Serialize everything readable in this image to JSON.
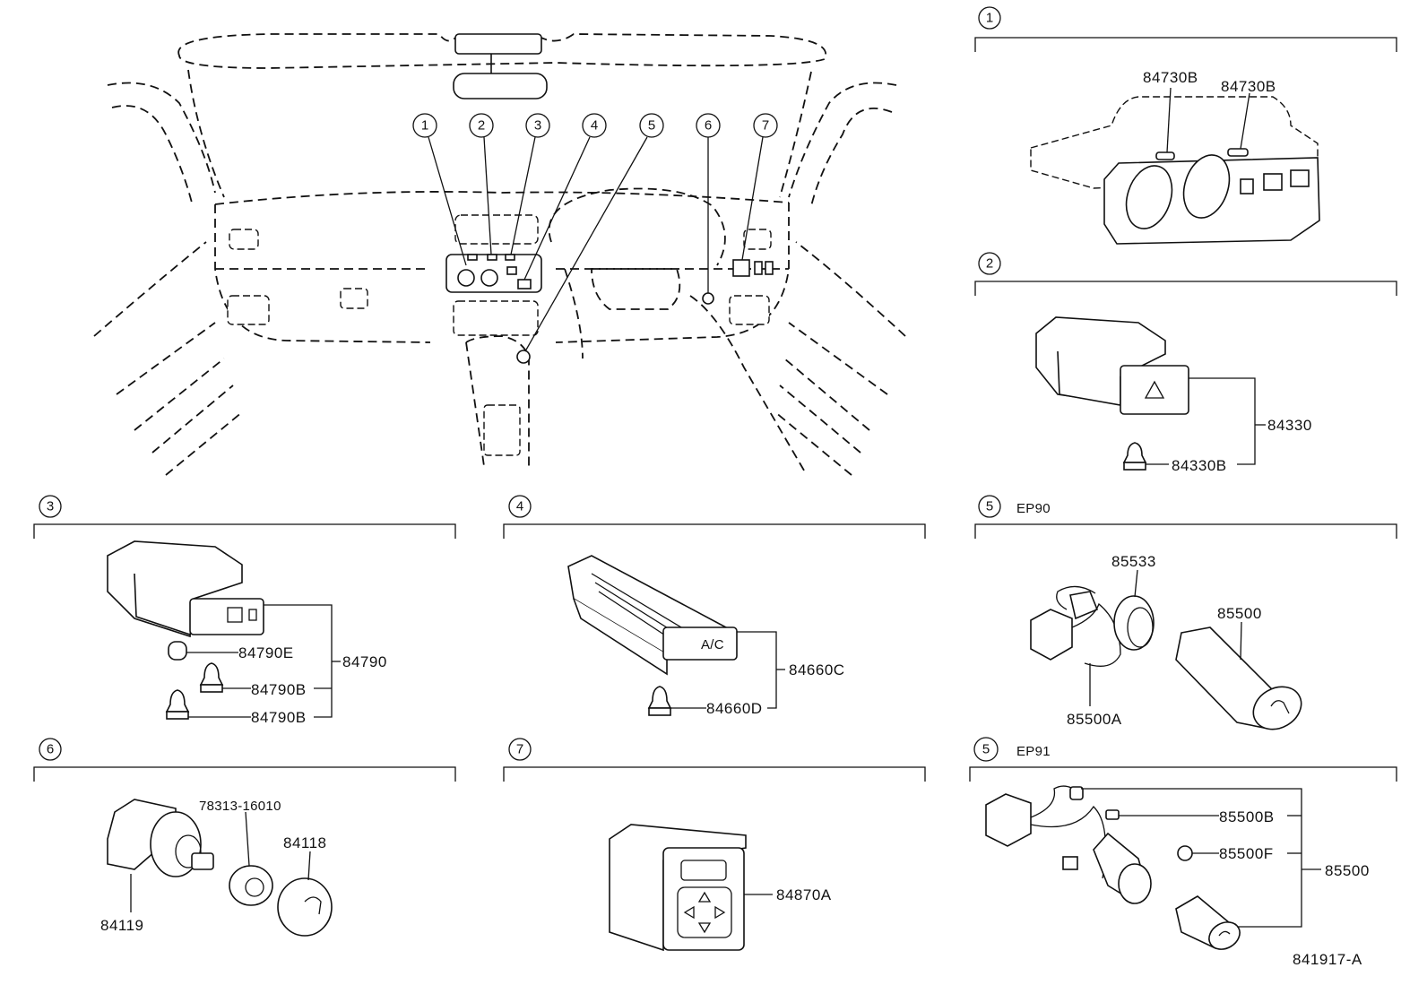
{
  "callouts": [
    "1",
    "2",
    "3",
    "4",
    "5",
    "6",
    "7"
  ],
  "sections": {
    "s1": {
      "num": "1",
      "parts": [
        "84730B",
        "84730B"
      ]
    },
    "s2": {
      "num": "2",
      "parts": [
        "84330",
        "84330B"
      ]
    },
    "s3": {
      "num": "3",
      "parts": [
        "84790E",
        "84790B",
        "84790B",
        "84790"
      ]
    },
    "s4": {
      "num": "4",
      "parts": [
        "84660C",
        "84660D"
      ],
      "switch_text": "A/C"
    },
    "s5a": {
      "num": "5",
      "variant": "EP90",
      "parts": [
        "85533",
        "85500",
        "85500A"
      ]
    },
    "s5b": {
      "num": "5",
      "variant": "EP91",
      "parts": [
        "85500B",
        "85500F",
        "85500"
      ]
    },
    "s6": {
      "num": "6",
      "parts": [
        "78313-16010",
        "84118",
        "84119"
      ]
    },
    "s7": {
      "num": "7",
      "parts": [
        "84870A"
      ]
    }
  },
  "figure_id": "841917-A",
  "icons": [
    "hazard-triangle-icon",
    "defogger-icon",
    "arrow-pad-icon",
    "lighter-icon"
  ]
}
